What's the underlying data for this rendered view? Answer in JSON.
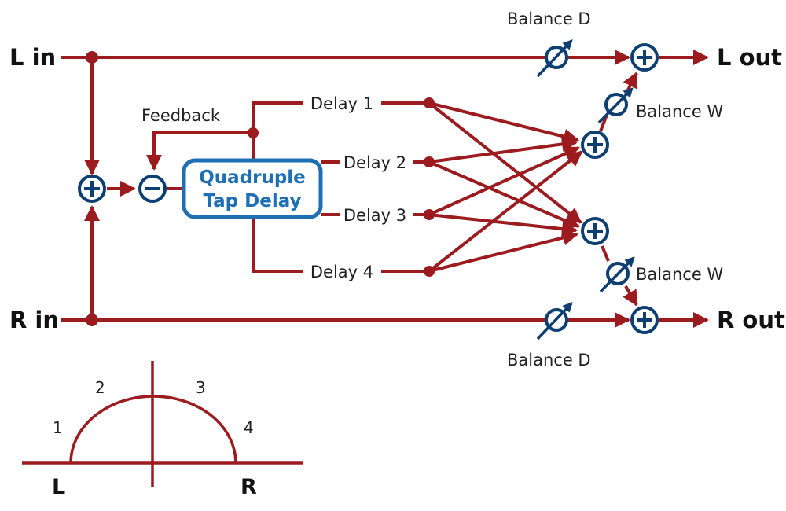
{
  "inputs": {
    "left": "L in",
    "right": "R in"
  },
  "outputs": {
    "left": "L out",
    "right": "R out"
  },
  "feedback_label": "Feedback",
  "delay_block": {
    "line1": "Quadruple",
    "line2": "Tap Delay"
  },
  "taps": [
    "Delay 1",
    "Delay 2",
    "Delay 3",
    "Delay 4"
  ],
  "balance": {
    "dry_top": "Balance D",
    "dry_bottom": "Balance D",
    "wet_upper": "Balance W",
    "wet_lower": "Balance W"
  },
  "pan_diagram": {
    "positions": [
      "1",
      "2",
      "3",
      "4"
    ],
    "left": "L",
    "right": "R"
  },
  "colors": {
    "wire": "#9b1b1e",
    "node": "#0d3f73",
    "block": "#1f6fb4"
  }
}
